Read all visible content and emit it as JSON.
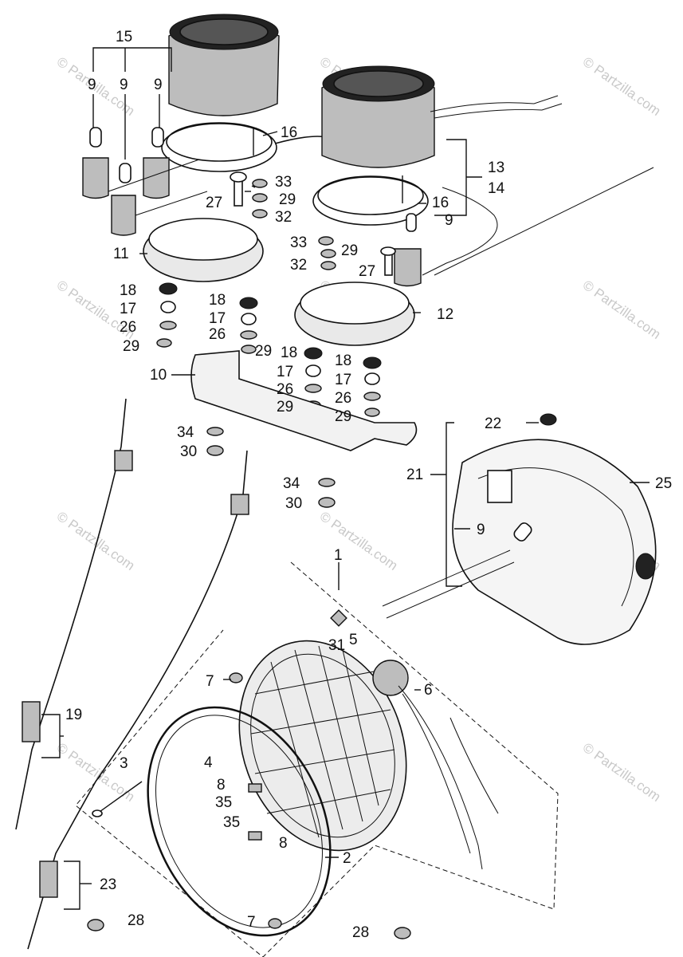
{
  "diagram": {
    "watermark": "© Partzilla.com",
    "callouts": [
      "15",
      "9",
      "9",
      "9",
      "16",
      "33",
      "29",
      "32",
      "27",
      "11",
      "13",
      "14",
      "16",
      "9",
      "33",
      "29",
      "32",
      "27",
      "18",
      "17",
      "26",
      "29",
      "18",
      "17",
      "26",
      "29",
      "12",
      "10",
      "18",
      "17",
      "26",
      "29",
      "18",
      "17",
      "26",
      "29",
      "34",
      "30",
      "34",
      "30",
      "22",
      "21",
      "25",
      "9",
      "1",
      "5",
      "31",
      "7",
      "6",
      "19",
      "4",
      "3",
      "8",
      "35",
      "35",
      "8",
      "2",
      "23",
      "28",
      "7",
      "28"
    ]
  }
}
